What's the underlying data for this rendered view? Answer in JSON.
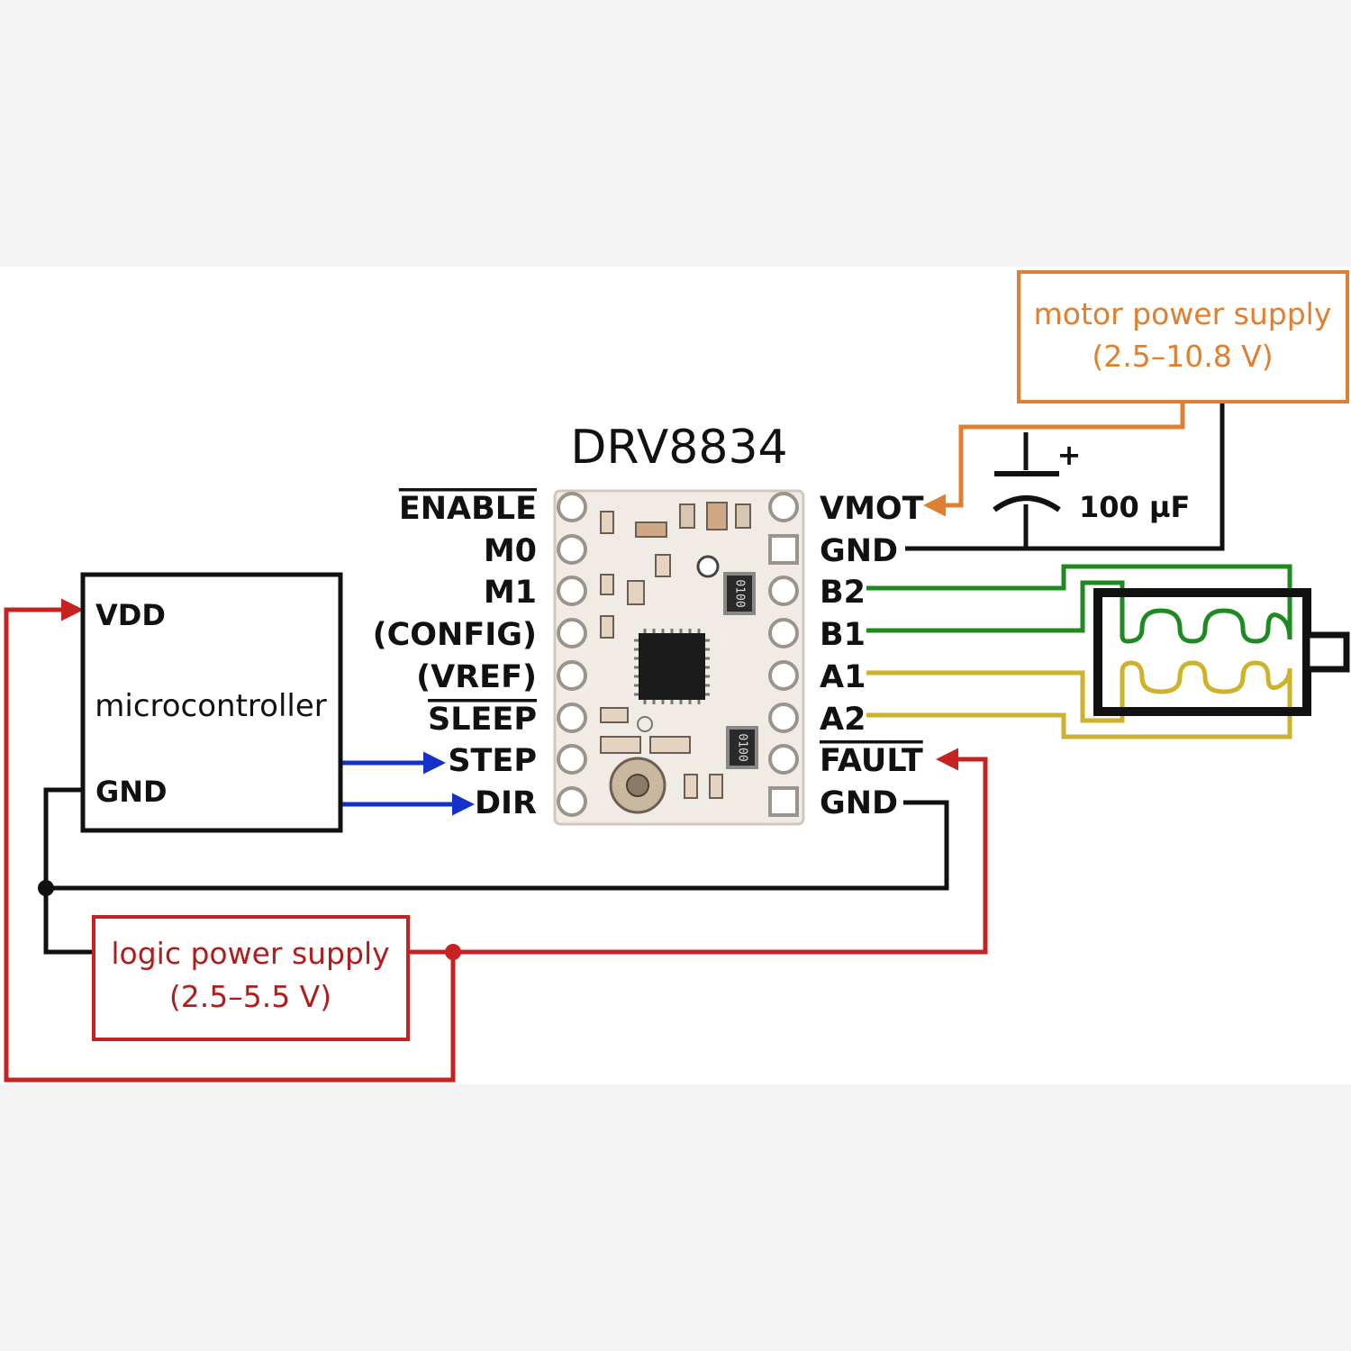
{
  "board": {
    "title": "DRV8834"
  },
  "left_pins": [
    {
      "label": "ENABLE",
      "overline": true
    },
    {
      "label": "M0",
      "overline": false
    },
    {
      "label": "M1",
      "overline": false
    },
    {
      "label": "(CONFIG)",
      "overline": false
    },
    {
      "label": "(VREF)",
      "overline": false
    },
    {
      "label": "SLEEP",
      "overline": true
    },
    {
      "label": "STEP",
      "overline": false
    },
    {
      "label": "DIR",
      "overline": false
    }
  ],
  "right_pins": [
    {
      "label": "VMOT",
      "overline": false
    },
    {
      "label": "GND",
      "overline": false
    },
    {
      "label": "B2",
      "overline": false
    },
    {
      "label": "B1",
      "overline": false
    },
    {
      "label": "A1",
      "overline": false
    },
    {
      "label": "A2",
      "overline": false
    },
    {
      "label": "FAULT",
      "overline": true
    },
    {
      "label": "GND",
      "overline": false
    }
  ],
  "microcontroller": {
    "label": "microcontroller",
    "vdd": "VDD",
    "gnd": "GND"
  },
  "motor_supply": {
    "line1": "motor power supply",
    "line2": "(2.5–10.8 V)"
  },
  "logic_supply": {
    "line1": "logic power supply",
    "line2": "(2.5–5.5 V)"
  },
  "capacitor": {
    "value": "100 µF",
    "polarity": "+"
  },
  "components": {
    "chip_marking_1": "0100",
    "chip_marking_2": "0100"
  },
  "colors": {
    "motor_wire": "#e07f30",
    "logic_wire": "#c62222",
    "signal_wire": "#1431c8",
    "coil_b": "#1f8a22",
    "coil_a": "#cdb22a",
    "ground": "#111111"
  }
}
